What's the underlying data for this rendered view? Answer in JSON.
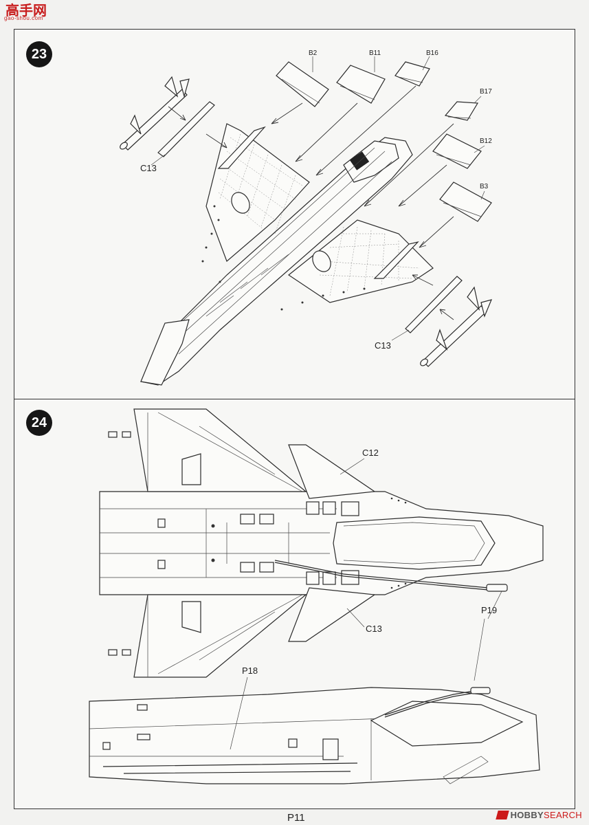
{
  "watermark": {
    "brand": "高手网",
    "url": "gao-shou.com"
  },
  "steps": [
    {
      "number": "23",
      "labels": [
        "B2",
        "B11",
        "B16",
        "B17",
        "B12",
        "B3",
        "C13",
        "C13"
      ]
    },
    {
      "number": "24",
      "labels": [
        "C12",
        "C13",
        "P19",
        "P18"
      ]
    }
  ],
  "page_number": "P11",
  "hobby_search": {
    "part1": "HOBBY",
    "part2": "SEARCH"
  },
  "colors": {
    "step_circle": "#161616",
    "watermark": "#c81e1e",
    "line": "#2a2a2a"
  },
  "icons": [
    "hobby-search-logo-icon"
  ]
}
